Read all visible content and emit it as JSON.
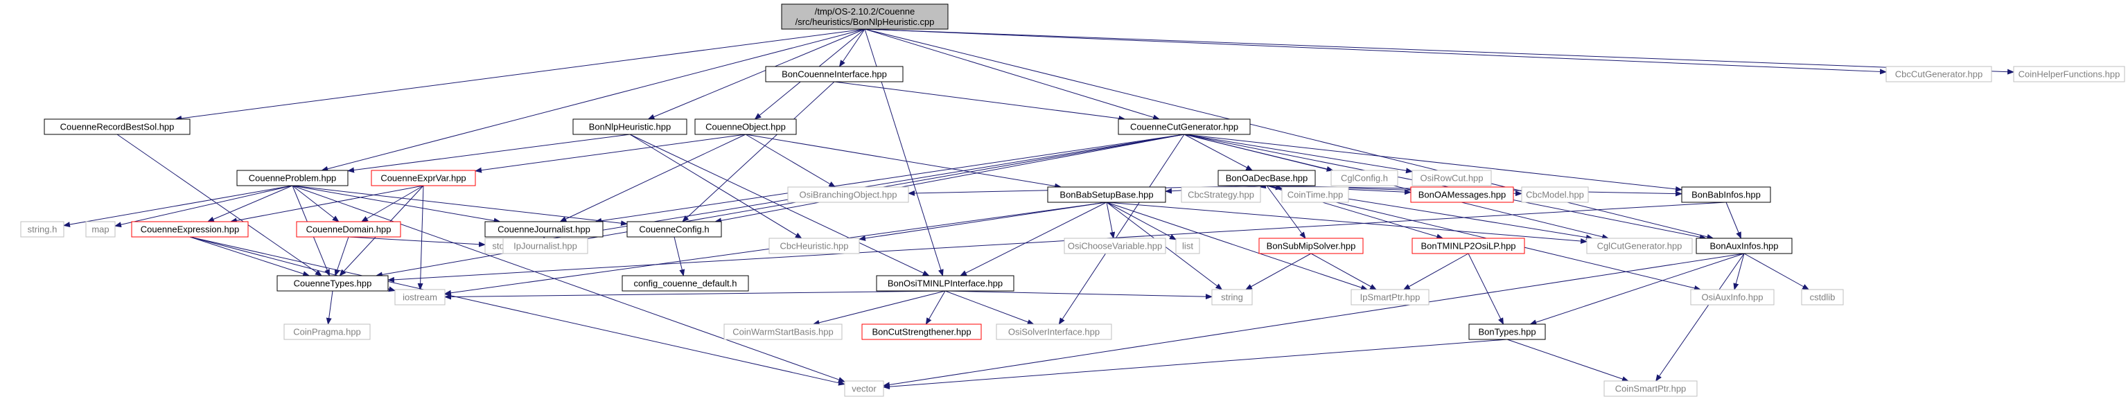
{
  "nodes": [
    {
      "id": "root",
      "lines": [
        "/tmp/OS-2.10.2/Couenne",
        "/src/heuristics/BonNlpHeuristic.cpp"
      ],
      "kind": "root"
    },
    {
      "id": "recordbestsol",
      "lines": [
        "CouenneRecordBestSol.hpp"
      ],
      "kind": "normal"
    },
    {
      "id": "bonnlpheuristic",
      "lines": [
        "BonNlpHeuristic.hpp"
      ],
      "kind": "normal"
    },
    {
      "id": "couenneobject",
      "lines": [
        "CouenneObject.hpp"
      ],
      "kind": "normal"
    },
    {
      "id": "bonositminlp",
      "lines": [
        "BonOsiTMINLPInterface.hpp"
      ],
      "kind": "normal"
    },
    {
      "id": "bonauxinfos",
      "lines": [
        "BonAuxInfos.hpp"
      ],
      "kind": "normal"
    },
    {
      "id": "bonbabinfos",
      "lines": [
        "BonBabInfos.hpp"
      ],
      "kind": "normal"
    },
    {
      "id": "bontypes",
      "lines": [
        "BonTypes.hpp"
      ],
      "kind": "normal"
    },
    {
      "id": "coinsmartptr",
      "lines": [
        "CoinSmartPtr.hpp"
      ],
      "kind": "gray"
    },
    {
      "id": "vector",
      "lines": [
        "vector"
      ],
      "kind": "gray"
    },
    {
      "id": "cstdlib",
      "lines": [
        "cstdlib"
      ],
      "kind": "gray"
    },
    {
      "id": "osiauxinfo",
      "lines": [
        "OsiAuxInfo.hpp"
      ],
      "kind": "gray"
    },
    {
      "id": "bonbabsetupbase",
      "lines": [
        "BonBabSetupBase.hpp"
      ],
      "kind": "normal"
    },
    {
      "id": "bonoadecbase",
      "lines": [
        "BonOaDecBase.hpp"
      ],
      "kind": "normal"
    },
    {
      "id": "bonsubmipsolver",
      "lines": [
        "BonSubMipSolver.hpp"
      ],
      "kind": "red"
    },
    {
      "id": "string",
      "lines": [
        "string"
      ],
      "kind": "gray"
    },
    {
      "id": "ipsmartptr",
      "lines": [
        "IpSmartPtr.hpp"
      ],
      "kind": "gray"
    },
    {
      "id": "bontminlp2osilp",
      "lines": [
        "BonTMINLP2OsiLP.hpp"
      ],
      "kind": "red"
    },
    {
      "id": "bonoamessages",
      "lines": [
        "BonOAMessages.hpp"
      ],
      "kind": "red"
    },
    {
      "id": "cbcmodel",
      "lines": [
        "CbcModel.hpp"
      ],
      "kind": "gray"
    },
    {
      "id": "cglcutgenerator",
      "lines": [
        "CglCutGenerator.hpp"
      ],
      "kind": "gray"
    },
    {
      "id": "cbcstrategy",
      "lines": [
        "CbcStrategy.hpp"
      ],
      "kind": "gray"
    },
    {
      "id": "cointime",
      "lines": [
        "CoinTime.hpp"
      ],
      "kind": "gray"
    },
    {
      "id": "osibranchingobject",
      "lines": [
        "OsiBranchingObject.hpp"
      ],
      "kind": "gray"
    },
    {
      "id": "osichoosevariable",
      "lines": [
        "OsiChooseVariable.hpp"
      ],
      "kind": "gray"
    },
    {
      "id": "list",
      "lines": [
        "list"
      ],
      "kind": "gray"
    },
    {
      "id": "cbcheuristic",
      "lines": [
        "CbcHeuristic.hpp"
      ],
      "kind": "gray"
    },
    {
      "id": "ioststream",
      "lines": [
        "iostream"
      ],
      "kind": "gray"
    },
    {
      "id": "coinwarmstartbasis",
      "lines": [
        "CoinWarmStartBasis.hpp"
      ],
      "kind": "gray"
    },
    {
      "id": "boncutstrengthener",
      "lines": [
        "BonCutStrengthener.hpp"
      ],
      "kind": "red"
    },
    {
      "id": "osisolverinterface",
      "lines": [
        "OsiSolverInterface.hpp"
      ],
      "kind": "gray"
    },
    {
      "id": "couenneproblem",
      "lines": [
        "CouenneProblem.hpp"
      ],
      "kind": "normal"
    },
    {
      "id": "couenneexprvar",
      "lines": [
        "CouenneExprVar.hpp"
      ],
      "kind": "red"
    },
    {
      "id": "couenneexpression",
      "lines": [
        "CouenneExpression.hpp"
      ],
      "kind": "red"
    },
    {
      "id": "couennedomain",
      "lines": [
        "CouenneDomain.hpp"
      ],
      "kind": "red"
    },
    {
      "id": "couennetypes",
      "lines": [
        "CouenneTypes.hpp"
      ],
      "kind": "normal"
    },
    {
      "id": "coinpragma",
      "lines": [
        "CoinPragma.hpp"
      ],
      "kind": "gray"
    },
    {
      "id": "stringh",
      "lines": [
        "string.h"
      ],
      "kind": "gray"
    },
    {
      "id": "map",
      "lines": [
        "map"
      ],
      "kind": "gray"
    },
    {
      "id": "stdlibh",
      "lines": [
        "stdlib.h"
      ],
      "kind": "gray"
    },
    {
      "id": "couennejournalist",
      "lines": [
        "CouenneJournalist.hpp"
      ],
      "kind": "normal"
    },
    {
      "id": "ipjournalist",
      "lines": [
        "IpJournalist.hpp"
      ],
      "kind": "gray"
    },
    {
      "id": "couenneconfig",
      "lines": [
        "CouenneConfig.h"
      ],
      "kind": "normal"
    },
    {
      "id": "configdefault",
      "lines": [
        "config_couenne_default.h"
      ],
      "kind": "normal"
    },
    {
      "id": "bonncouenneinterface",
      "lines": [
        "BonCouenneInterface.hpp"
      ],
      "kind": "normal"
    },
    {
      "id": "couennecutgenerator",
      "lines": [
        "CouenneCutGenerator.hpp"
      ],
      "kind": "normal"
    },
    {
      "id": "cglconfig",
      "lines": [
        "CglConfig.h"
      ],
      "kind": "gray"
    },
    {
      "id": "osirowcut",
      "lines": [
        "OsiRowCut.hpp"
      ],
      "kind": "gray"
    },
    {
      "id": "cbccutgenerator",
      "lines": [
        "CbcCutGenerator.hpp"
      ],
      "kind": "gray"
    },
    {
      "id": "coinhelperfunctions",
      "lines": [
        "CoinHelperFunctions.hpp"
      ],
      "kind": "gray"
    }
  ],
  "edges": [
    [
      "root",
      "recordbestsol"
    ],
    [
      "root",
      "bonnlpheuristic"
    ],
    [
      "root",
      "couenneobject"
    ],
    [
      "root",
      "bonositminlp"
    ],
    [
      "root",
      "bonauxinfos"
    ],
    [
      "root",
      "couenneproblem"
    ],
    [
      "root",
      "bonncouenneinterface"
    ],
    [
      "root",
      "couennecutgenerator"
    ],
    [
      "root",
      "cbccutgenerator"
    ],
    [
      "root",
      "coinhelperfunctions"
    ],
    [
      "recordbestsol",
      "couennetypes"
    ],
    [
      "bonnlpheuristic",
      "couenneproblem"
    ],
    [
      "bonnlpheuristic",
      "cbcheuristic"
    ],
    [
      "bonnlpheuristic",
      "bonositminlp"
    ],
    [
      "couenneobject",
      "couenneexprvar"
    ],
    [
      "couenneobject",
      "couennejournalist"
    ],
    [
      "couenneobject",
      "osibranchingobject"
    ],
    [
      "couenneobject",
      "bonbabsetupbase"
    ],
    [
      "bonncouenneinterface",
      "couennecutgenerator"
    ],
    [
      "bonncouenneinterface",
      "couenneconfig"
    ],
    [
      "couennecutgenerator",
      "bonoadecbase"
    ],
    [
      "couennecutgenerator",
      "cglconfig"
    ],
    [
      "couennecutgenerator",
      "osirowcut"
    ],
    [
      "couennecutgenerator",
      "bonbabinfos"
    ],
    [
      "couennecutgenerator",
      "bonauxinfos"
    ],
    [
      "couennecutgenerator",
      "cglcutgenerator"
    ],
    [
      "couennecutgenerator",
      "couennejournalist"
    ],
    [
      "couennecutgenerator",
      "couenneconfig"
    ],
    [
      "couennecutgenerator",
      "couennetypes"
    ],
    [
      "couennecutgenerator",
      "stdlibh"
    ],
    [
      "couennecutgenerator",
      "osisolverinterface"
    ],
    [
      "bonoadecbase",
      "bonbabsetupbase"
    ],
    [
      "bonoadecbase",
      "cbcstrategy"
    ],
    [
      "bonoadecbase",
      "cointime"
    ],
    [
      "bonoadecbase",
      "bonoamessages"
    ],
    [
      "bonoadecbase",
      "cbcmodel"
    ],
    [
      "bonoadecbase",
      "cglcutgenerator"
    ],
    [
      "bonoadecbase",
      "bonbabinfos"
    ],
    [
      "bonoadecbase",
      "bonsubmipsolver"
    ],
    [
      "bonoadecbase",
      "bontminlp2osilp"
    ],
    [
      "bonoadecbase",
      "osibranchingobject"
    ],
    [
      "bonoadecbase",
      "osiauxinfo"
    ],
    [
      "bonbabsetupbase",
      "osichoosevariable"
    ],
    [
      "bonbabsetupbase",
      "list"
    ],
    [
      "bonbabsetupbase",
      "cbcheuristic"
    ],
    [
      "bonbabsetupbase",
      "bonositminlp"
    ],
    [
      "bonbabsetupbase",
      "string"
    ],
    [
      "bonbabsetupbase",
      "ipsmartptr"
    ],
    [
      "bonbabsetupbase",
      "cglcutgenerator"
    ],
    [
      "bonbabsetupbase",
      "ioststream"
    ],
    [
      "bonbabinfos",
      "bonauxinfos"
    ],
    [
      "bonbabinfos",
      "couennetypes"
    ],
    [
      "bonauxinfos",
      "bontypes"
    ],
    [
      "bonauxinfos",
      "osiauxinfo"
    ],
    [
      "bonauxinfos",
      "cstdlib"
    ],
    [
      "bonauxinfos",
      "coinsmartptr"
    ],
    [
      "bonauxinfos",
      "vector"
    ],
    [
      "bontypes",
      "coinsmartptr"
    ],
    [
      "bontypes",
      "vector"
    ],
    [
      "bonsubmipsolver",
      "string"
    ],
    [
      "bonsubmipsolver",
      "ipsmartptr"
    ],
    [
      "bontminlp2osilp",
      "ipsmartptr"
    ],
    [
      "bontminlp2osilp",
      "bontypes"
    ],
    [
      "bonositminlp",
      "coinwarmstartbasis"
    ],
    [
      "bonositminlp",
      "boncutstrengthener"
    ],
    [
      "bonositminlp",
      "osisolverinterface"
    ],
    [
      "bonositminlp",
      "string"
    ],
    [
      "bonositminlp",
      "ioststream"
    ],
    [
      "couenneproblem",
      "stringh"
    ],
    [
      "couenneproblem",
      "map"
    ],
    [
      "couenneproblem",
      "couenneexpression"
    ],
    [
      "couenneproblem",
      "couennedomain"
    ],
    [
      "couenneproblem",
      "couennetypes"
    ],
    [
      "couenneproblem",
      "couennejournalist"
    ],
    [
      "couenneproblem",
      "couenneconfig"
    ],
    [
      "couenneproblem",
      "vector"
    ],
    [
      "couenneexprvar",
      "couenneexpression"
    ],
    [
      "couenneexprvar",
      "couennedomain"
    ],
    [
      "couenneexprvar",
      "couennetypes"
    ],
    [
      "couenneexprvar",
      "ioststream"
    ],
    [
      "couenneexpression",
      "couennetypes"
    ],
    [
      "couenneexpression",
      "ioststream"
    ],
    [
      "couenneexpression",
      "vector"
    ],
    [
      "couennedomain",
      "couennetypes"
    ],
    [
      "couennedomain",
      "stdlibh"
    ],
    [
      "couennetypes",
      "coinpragma"
    ],
    [
      "couennejournalist",
      "ipjournalist"
    ],
    [
      "couenneconfig",
      "configdefault"
    ]
  ],
  "colors": {
    "edge": "#191970",
    "border_normal": "#000000",
    "border_gray": "#bfbfbf",
    "border_red": "#ff0000",
    "root_fill": "#bfbfbf",
    "text_normal": "#000000",
    "text_gray": "#7f7f7f"
  }
}
